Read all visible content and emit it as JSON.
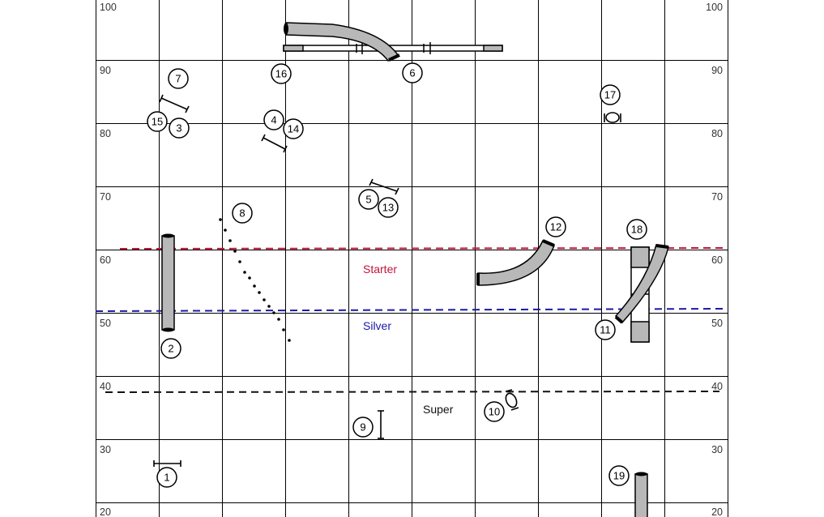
{
  "axis": {
    "left_labels": [
      "100",
      "90",
      "80",
      "70",
      "60",
      "50",
      "40",
      "30",
      "20"
    ],
    "right_labels": [
      "100",
      "90",
      "80",
      "70",
      "60",
      "50",
      "40",
      "30",
      "20"
    ]
  },
  "class_lines": {
    "starter": {
      "label": "Starter",
      "color": "#c0143c"
    },
    "silver": {
      "label": "Silver",
      "color": "#1a1aa6"
    },
    "super": {
      "label": "Super",
      "color": "#111111"
    }
  },
  "obstacle_numbers": [
    "1",
    "2",
    "3",
    "4",
    "5",
    "6",
    "7",
    "8",
    "9",
    "10",
    "11",
    "12",
    "13",
    "14",
    "15",
    "16",
    "17",
    "18",
    "19"
  ],
  "colors": {
    "tunnel_fill": "#b8b8b8",
    "grid": "#000000"
  }
}
